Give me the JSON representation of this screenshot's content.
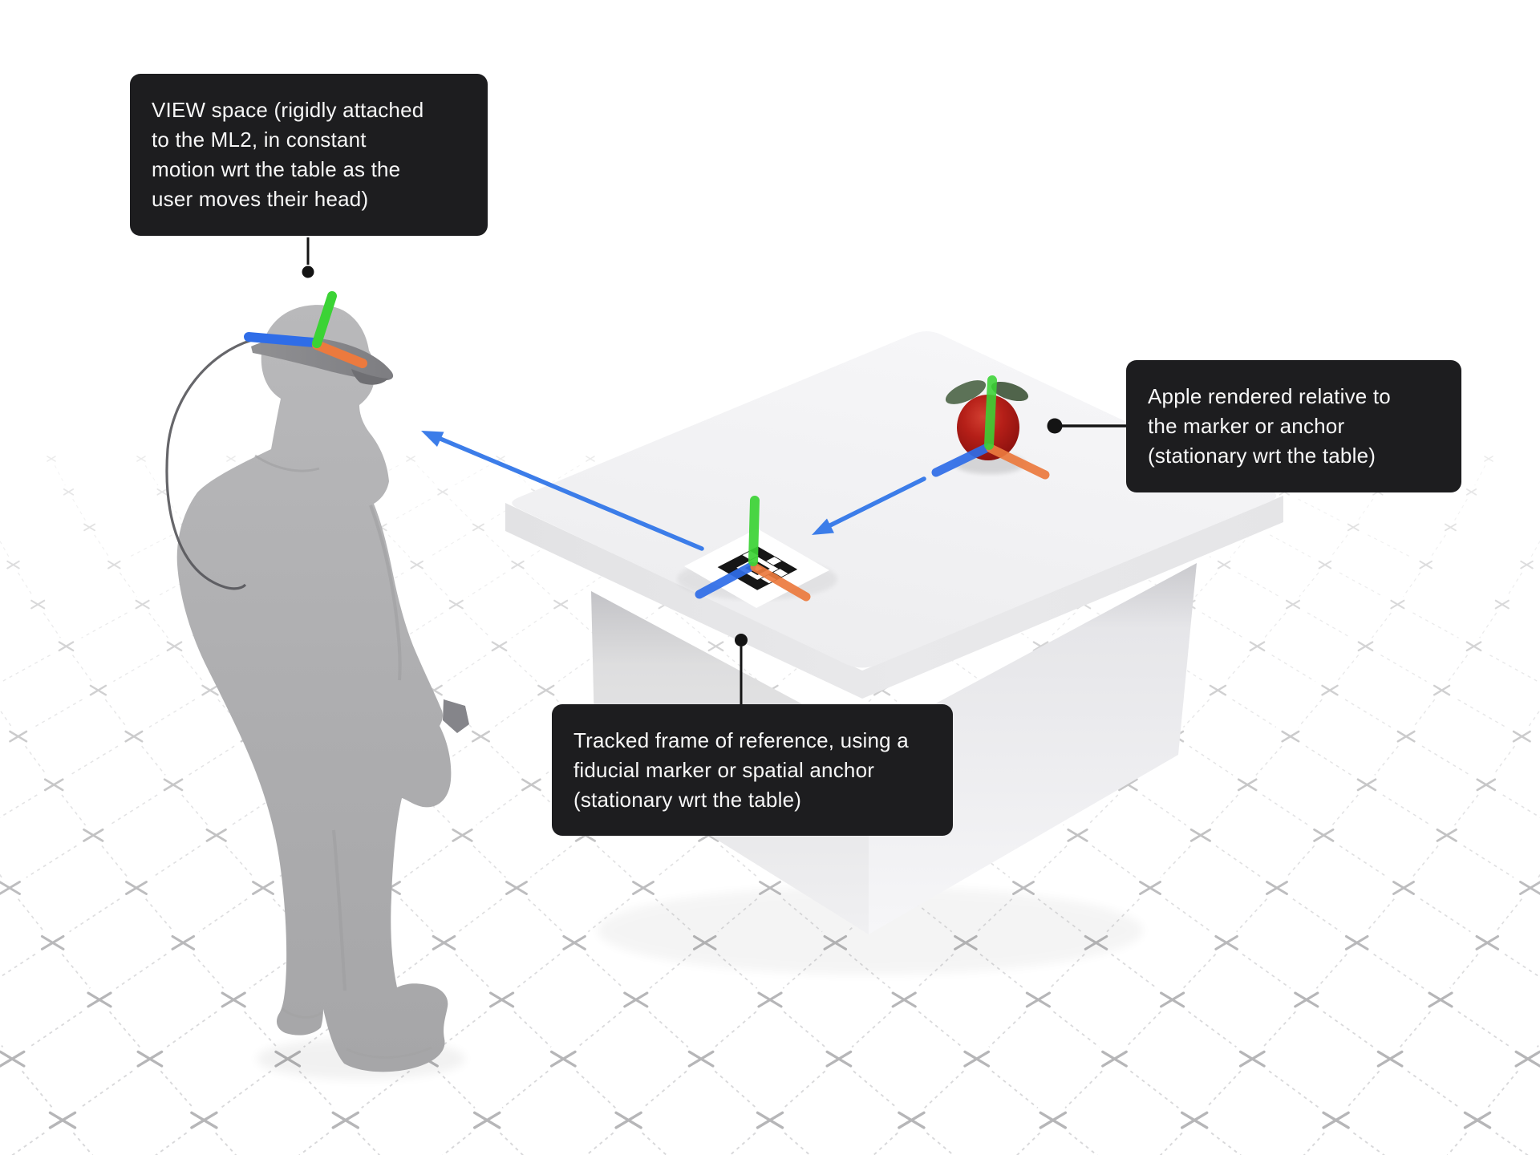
{
  "figure": {
    "title": "",
    "background_color": "#ffffff",
    "scene_objects": [
      "user-with-ml2-headset",
      "table",
      "fiducial-marker",
      "apple"
    ]
  },
  "callouts": {
    "view_space": {
      "text": "VIEW space (rigidly attached\nto the ML2, in constant\nmotion wrt the table as the\nuser moves their head)"
    },
    "apple": {
      "text": "Apple rendered relative to\nthe marker or anchor\n(stationary wrt the table)"
    },
    "tracked_frame": {
      "text": "Tracked frame of reference, using a\nfiducial marker or spatial anchor\n(stationary wrt the table)"
    }
  },
  "colors": {
    "callout_bg": "#1d1d1f",
    "callout_text": "#f7f7f7",
    "axis_green": "#3bd335",
    "axis_blue": "#2f6de8",
    "axis_orange": "#ec7a3e",
    "arrow_blue": "#3c7de9",
    "apple_red": "#b01d17",
    "leaf_green": "#5c7257",
    "table_top": "#f2f2f4",
    "person_gray": "#aeaeb0",
    "marker_black": "#161616",
    "floor_mark": "#a4a4a6",
    "connector_black": "#141414"
  }
}
